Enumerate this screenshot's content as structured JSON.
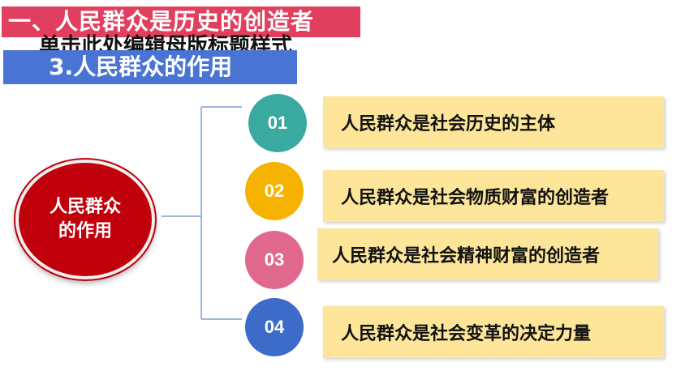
{
  "slide": {
    "title": "一、人民群众是历史的创造者",
    "ghost_placeholder": "单击此处编辑母版标题样式",
    "subtitle": "3.人民群众的作用",
    "center": {
      "line1": "人民群众",
      "line2": "的作用"
    },
    "items": [
      {
        "number": "01",
        "text": "人民群众是社会历史的主体",
        "color": "#3aaaa0"
      },
      {
        "number": "02",
        "text": "人民群众是社会物质财富的创造者",
        "color": "#f5b300"
      },
      {
        "number": "03",
        "text": "人民群众是社会精神财富的创造者",
        "color": "#e0688c"
      },
      {
        "number": "04",
        "text": "人民群众是社会变革的决定力量",
        "color": "#3d6bc9"
      }
    ],
    "colors": {
      "title_bar": "#e0405e",
      "subtitle_bar": "#4a74d4",
      "center_circle": "#c0000b",
      "box_fill": "#fde69a",
      "connector": "#7f9fd0"
    }
  }
}
